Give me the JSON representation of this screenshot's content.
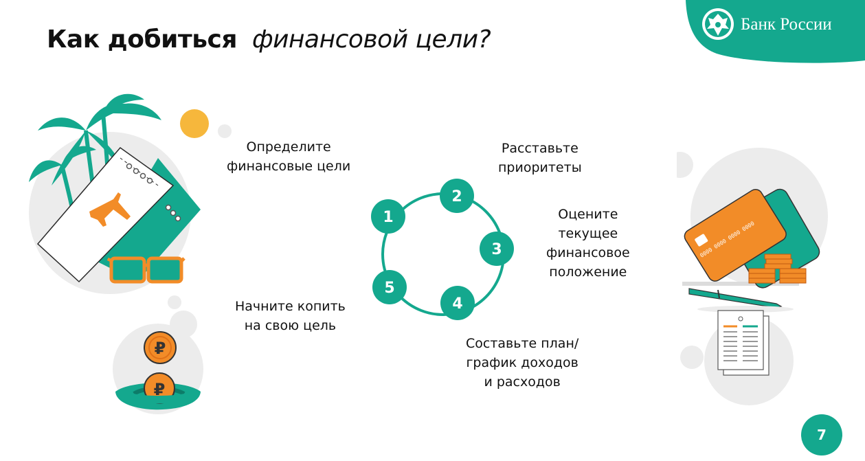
{
  "header": {
    "title_bold": "Как добиться",
    "title_italic": "финансовой цели?",
    "logo_text": "Банк России",
    "logo_icon": "eagle-emblem-icon"
  },
  "steps": [
    {
      "number": "1",
      "label": "Определите\nфинансовые цели"
    },
    {
      "number": "2",
      "label": "Расставьте\nприоритеты"
    },
    {
      "number": "3",
      "label": "Оцените\nтекущее\nфинансовое\nположение"
    },
    {
      "number": "4",
      "label": "Составьте план/\nграфик доходов\nи расходов"
    },
    {
      "number": "5",
      "label": "Начните копить\nна свою цель"
    }
  ],
  "card": {
    "number": "0000 0000 0000 0000"
  },
  "coin_symbol": "₽",
  "page_number": "7",
  "colors": {
    "accent": "#14a88e",
    "orange": "#f28c28",
    "gray": "#ececec",
    "sun": "#f6b73c"
  }
}
